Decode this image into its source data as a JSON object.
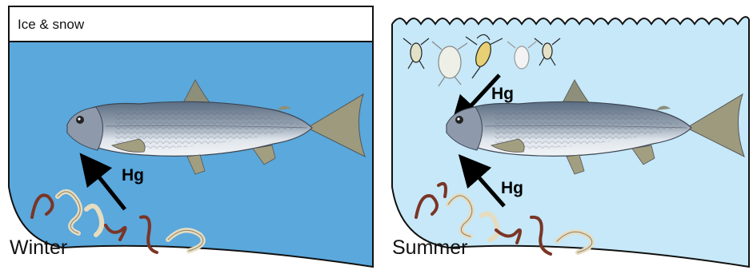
{
  "panels": {
    "winter": {
      "ice_label": "Ice & snow",
      "season_label": "Winter",
      "flux_label": "Hg",
      "water_color": "#5aa8dc"
    },
    "summer": {
      "season_label": "Summer",
      "zooplankton_flux_label": "Hg",
      "benthic_flux_label": "Hg",
      "water_color": "#c6e8f8"
    }
  },
  "colors": {
    "fish_back": "#6f7f92",
    "fish_belly": "#e7ecf1",
    "fin": "#a09a78",
    "worm_red": "#7a3526",
    "worm_pale": "#e6dcc0",
    "outline": "#111111"
  },
  "icons": [
    "fish-icon",
    "worm-icon",
    "zooplankton-icon",
    "arrow-icon"
  ]
}
